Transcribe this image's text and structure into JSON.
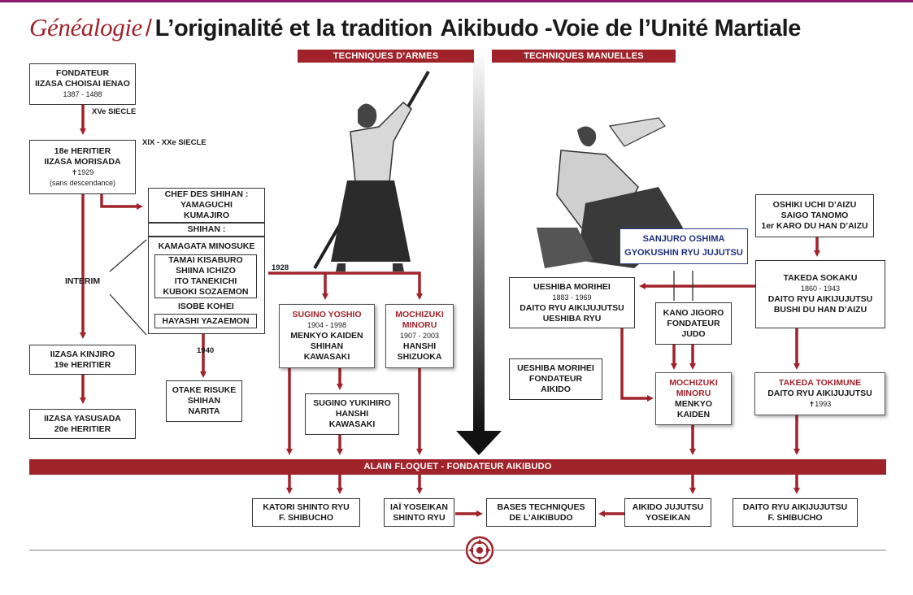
{
  "title": {
    "prefix": "Généalogie",
    "slash": "/",
    "main": "L’originalité et la tradition",
    "second": "Aikibudo -Voie de l’Unité Martiale"
  },
  "banners": {
    "armes": "TECHNIQUES D’ARMES",
    "manuelles": "TECHNIQUES MANUELLES",
    "floquet": "ALAIN FLOQUET - FONDATEUR AIKIBUDO"
  },
  "left": {
    "fondateur": {
      "l1": "FONDATEUR",
      "l2": "IIZASA CHOISAI IENAO",
      "l3": "1387 - 1488"
    },
    "siecle15": "XVe SIECLE",
    "siecle19": "XIX - XXe SIECLE",
    "heritier18": {
      "l1": "18e HERITIER",
      "l2": "IIZASA MORISADA",
      "l3": "✝1929",
      "l4": "(sans descendance)"
    },
    "interim": "INTERIM",
    "kinjiro": {
      "l1": "IIZASA KINJIRO",
      "l2": "19e HERITIER"
    },
    "yasusada": {
      "l1": "IIZASA YASUSADA",
      "l2": "20e HERITIER"
    },
    "chef": {
      "l1": "CHEF DES SHIHAN :",
      "l2": "YAMAGUCHI",
      "l3": "KUMAJIRO"
    },
    "shihan_title": "SHIHAN :",
    "shihan": {
      "minosuke": "KAMAGATA MINOSUKE",
      "tamai": "TAMAI KISABURO",
      "shiina": "SHIINA ICHIZO",
      "ito": "ITO TANEKICHI",
      "kuboki": "KUBOKI SOZAEMON",
      "isobe": "ISOBE KOHEI",
      "hayashi": "HAYASHI YAZAEMON"
    },
    "year1928": "1928",
    "year1940": "1940",
    "otake": {
      "l1": "OTAKE RISUKE",
      "l2": "SHIHAN",
      "l3": "NARITA"
    }
  },
  "mid": {
    "sugino": {
      "name": "SUGINO YOSHIO",
      "dates": "1904 - 1998",
      "l1": "MENKYO KAIDEN",
      "l2": "SHIHAN",
      "l3": "KAWASAKI"
    },
    "mochizuki": {
      "n1": "MOCHIZUKI",
      "n2": "MINORU",
      "dates": "1907 - 2003",
      "l1": "HANSHI",
      "l2": "SHIZUOKA"
    },
    "yukihiro": {
      "l1": "SUGINO YUKIHIRO",
      "l2": "HANSHI",
      "l3": "KAWASAKI"
    }
  },
  "right": {
    "oshiki": {
      "l1": "OSHIKI UCHI D’AIZU",
      "l2": "SAIGO TANOMO",
      "l3": "1er KARO DU HAN D’AIZU"
    },
    "sanjuro": {
      "l1": "SANJURO OSHIMA",
      "l2": "GYOKUSHIN RYU JUJUTSU"
    },
    "takeda": {
      "l1": "TAKEDA SOKAKU",
      "l2": "1860 - 1943",
      "l3": "DAITO RYU AIKIJUJUTSU",
      "l4": "BUSHI DU HAN D’AIZU"
    },
    "ueshiba1": {
      "l1": "UESHIBA MORIHEI",
      "l2": "1883 - 1969",
      "l3": "DAITO RYU AIKIJUJUTSU",
      "l4": "UESHIBA RYU"
    },
    "kano": {
      "l1": "KANO JIGORO",
      "l2": "FONDATEUR",
      "l3": "JUDO"
    },
    "ueshiba2": {
      "l1": "UESHIBA MORIHEI",
      "l2": "FONDATEUR",
      "l3": "AIKIDO"
    },
    "mochizuki2": {
      "n1": "MOCHIZUKI",
      "n2": "MINORU",
      "l1": "MENKYO",
      "l2": "KAIDEN"
    },
    "tokimune": {
      "name": "TAKEDA TOKIMUNE",
      "l1": "DAITO RYU AIKIJUJUTSU",
      "l2": "✝1993"
    }
  },
  "bottom": {
    "katori": {
      "l1": "KATORI SHINTO RYU",
      "l2": "F. SHIBUCHO"
    },
    "iai": {
      "l1": "IAÏ YOSEIKAN",
      "l2": "SHINTO RYU"
    },
    "bases": {
      "l1": "BASES TECHNIQUES",
      "l2": "DE L’AIKIBUDO"
    },
    "aikido": {
      "l1": "AIKIDO JUJUTSU",
      "l2": "YOSEIKAN"
    },
    "daito": {
      "l1": "DAITO RYU AIKIJUJUTSU",
      "l2": "F. SHIBUCHO"
    }
  },
  "colors": {
    "red": "#a0232a",
    "dark": "#1a1a1a",
    "blue": "#1f2f7a"
  },
  "icons": {
    "emblem": "mon-emblem-icon"
  }
}
